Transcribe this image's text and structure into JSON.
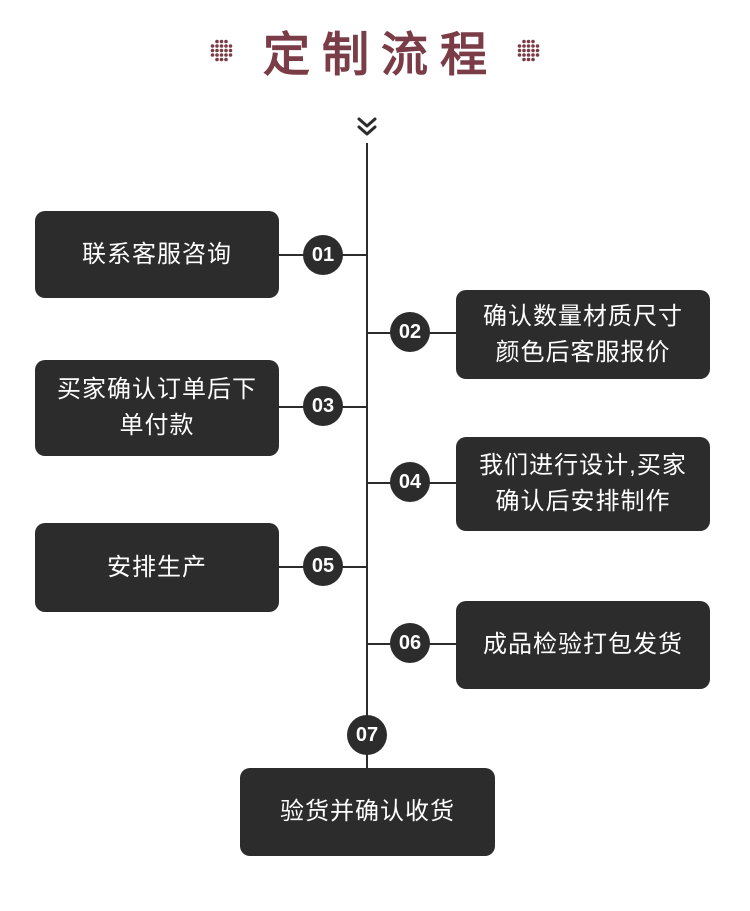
{
  "title": "定制流程",
  "flow": {
    "steps": [
      {
        "number": "01",
        "label": "联系客服咨询"
      },
      {
        "number": "02",
        "label": "确认数量材质尺寸\n颜色后客服报价"
      },
      {
        "number": "03",
        "label": "买家确认订单后下\n单付款"
      },
      {
        "number": "04",
        "label": "我们进行设计,买家\n确认后安排制作"
      },
      {
        "number": "05",
        "label": "安排生产"
      },
      {
        "number": "06",
        "label": "成品检验打包发货"
      },
      {
        "number": "07",
        "label": "验货并确认收货"
      }
    ]
  },
  "colors": {
    "accent": "#7a3c46",
    "box": "#2c2c2c",
    "line": "#2c2c2c",
    "background": "#ffffff"
  }
}
